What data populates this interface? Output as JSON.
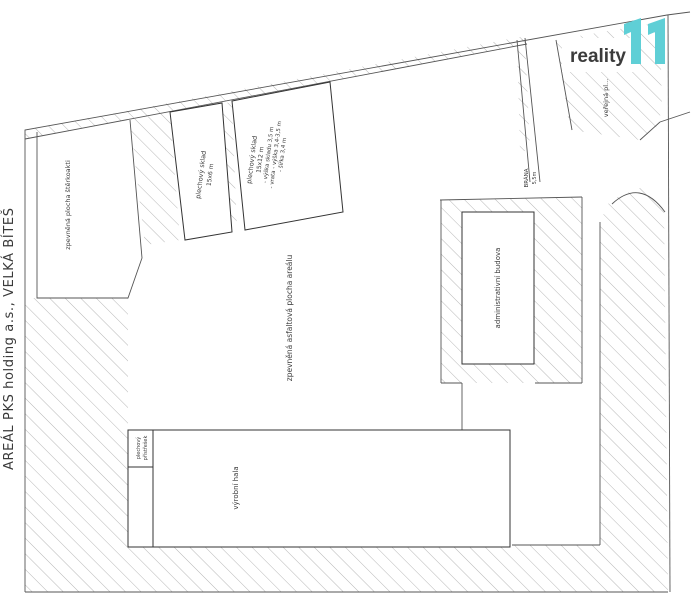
{
  "title": "AREÁL PKS holding a.s., VELKÁ BÍTEŠ",
  "logo": {
    "text": "reality",
    "mark": "11",
    "accent_color": "#5fcfd6"
  },
  "colors": {
    "line": "#555555",
    "hatch": "#9a9a9a"
  },
  "labels": {
    "gravel_area": "zpevněná plocha štěrkoakti",
    "shed_small_name": "plechový sklad",
    "shed_small_size": "15x6 m",
    "shed_large_name": "plechový sklad",
    "shed_large_size": "15x12 m",
    "shed_large_spec1": "- výška skladu 3,5 m",
    "shed_large_spec2": "- vrata - výška 3,4-3,5 m",
    "shed_large_spec3": "- šířka 3,4 m",
    "public_area": "veřejná pl...",
    "gate_name": "BRÁNA",
    "gate_width": "5,5m",
    "admin_building": "administrativní budova",
    "asphalt_area": "zpevněná asfaltová plocha areálu",
    "annex_line1": "plechový",
    "annex_line2": "přístřešek",
    "production_hall": "výrobní hala"
  }
}
